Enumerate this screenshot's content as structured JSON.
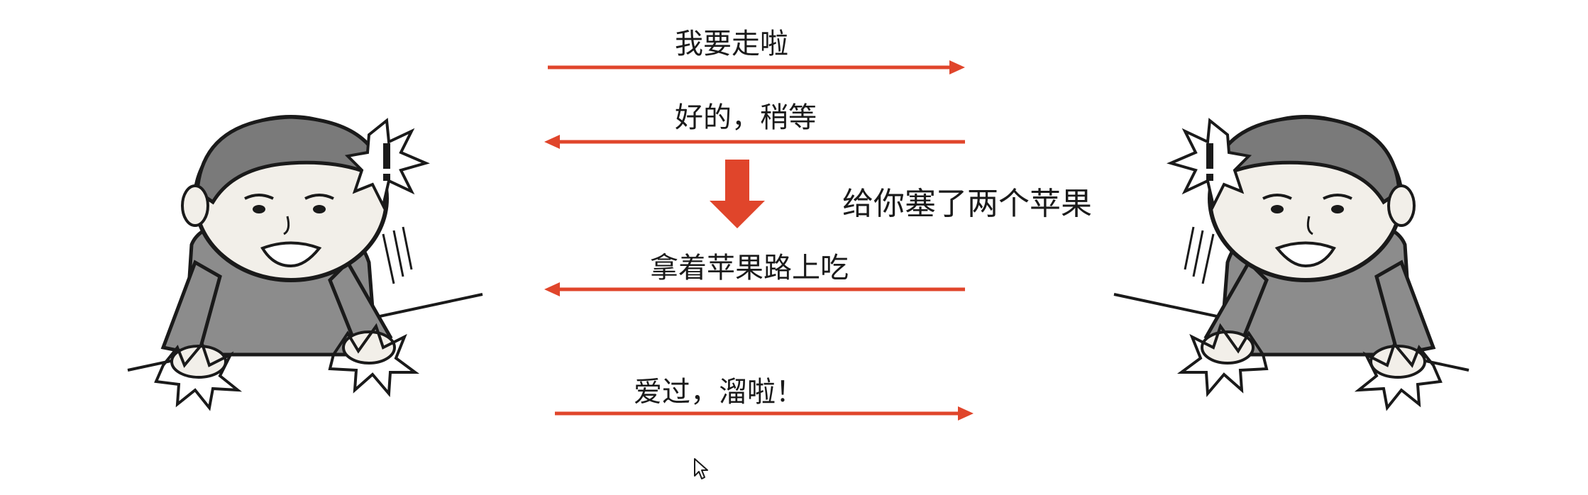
{
  "colors": {
    "arrow": "#e0452b",
    "ink": "#1a1a1a",
    "shirt": "#8c8c8c",
    "hair": "#7a7a7a",
    "skin": "#f2efe9"
  },
  "figures": {
    "left": {
      "icon": "meme-boy-slamming-table-icon"
    },
    "right": {
      "icon": "meme-boy-slamming-table-icon"
    }
  },
  "messages": [
    {
      "label": "我要走啦",
      "direction": "left-to-right"
    },
    {
      "label": "好的，稍等",
      "direction": "right-to-left"
    },
    {
      "label": "拿着苹果路上吃",
      "direction": "right-to-left"
    },
    {
      "label": "爱过，溜啦！",
      "direction": "left-to-right"
    }
  ],
  "note": {
    "label": "给你塞了两个苹果",
    "icon": "down-arrow-icon"
  },
  "cursor": {
    "icon": "mouse-pointer-icon"
  }
}
